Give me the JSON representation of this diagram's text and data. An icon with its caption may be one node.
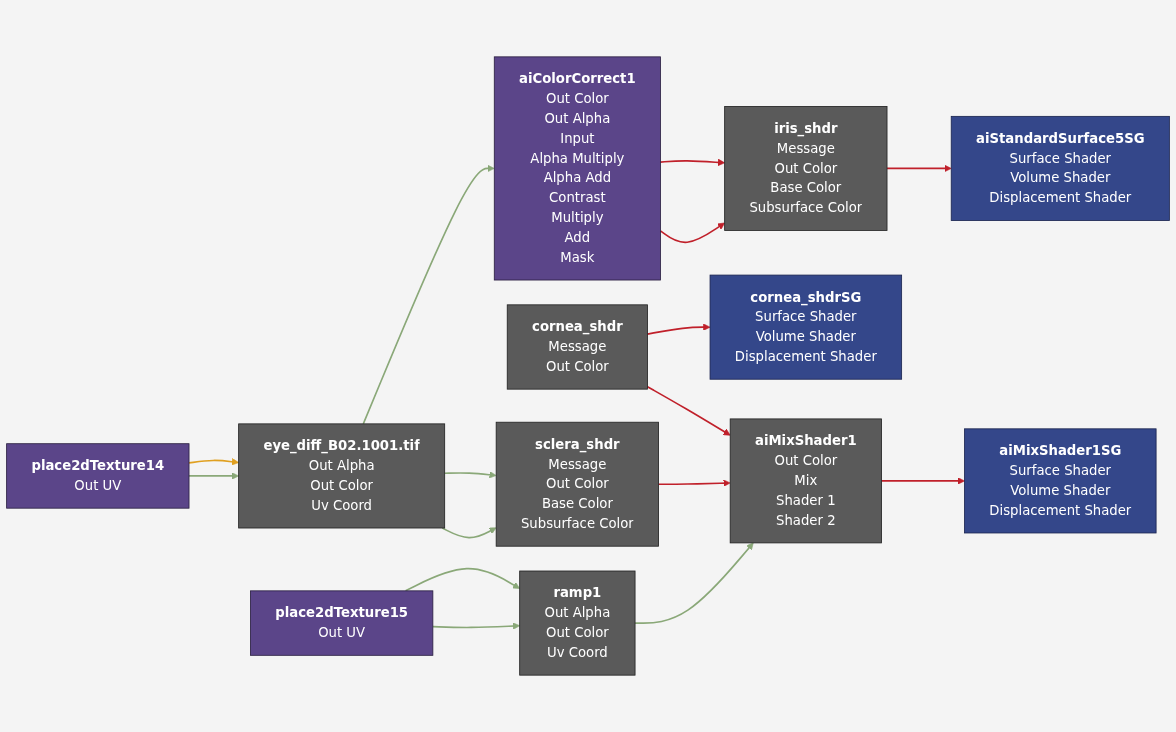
{
  "diagram": {
    "nodes": [
      {
        "text": [
          "place2dTexture14",
          "Out UV"
        ]
      },
      {
        "text": [
          "eye_diff_B02.1001.tif",
          "Out Alpha",
          "Out Color",
          "Uv Coord"
        ]
      },
      {
        "text": [
          "place2dTexture15",
          "Out UV"
        ]
      },
      {
        "text": [
          "aiColorCorrect1",
          "Out Color",
          "Out Alpha",
          "Input",
          "Alpha Multiply",
          "Alpha Add",
          "Contrast",
          "Multiply",
          "Add",
          "Mask"
        ]
      },
      {
        "text": [
          "cornea_shdr",
          "Message",
          "Out Color"
        ]
      },
      {
        "text": [
          "ramp1",
          "Out Alpha",
          "Out Color",
          "Uv Coord"
        ]
      },
      {
        "text": [
          "sclera_shdr",
          "Message",
          "Out Color",
          "Base Color",
          "Subsurface Color"
        ]
      },
      {
        "text": [
          "iris_shdr",
          "Message",
          "Out Color",
          "Base Color",
          "Subsurface Color"
        ]
      },
      {
        "text": [
          "aiMixShader1",
          "Out Color",
          "Mix",
          "Shader 1",
          "Shader 2"
        ]
      },
      {
        "text": [
          "aiStandardSurface5SG",
          "Surface Shader",
          "Volume Shader",
          "Displacement Shader"
        ]
      },
      {
        "text": [
          "cornea_shdrSG",
          "Surface Shader",
          "Volume Shader",
          "Displacement Shader"
        ]
      },
      {
        "text": [
          "aiMixShader1SG",
          "Surface Shader",
          "Volume Shader",
          "Displacement Shader"
        ]
      }
    ],
    "edges": [
      {
        "from": 0,
        "to": 1,
        "arrow": "to",
        "color": "#e0a020"
      },
      {
        "from": 0,
        "to": 1,
        "arrow": "to"
      },
      {
        "from": 1,
        "to": 3,
        "arrow": "to"
      },
      {
        "from": 1,
        "to": 6,
        "arrow": "to"
      },
      {
        "from": 1,
        "to": 6,
        "arrow": "to"
      },
      {
        "from": 2,
        "to": 5,
        "arrow": "to"
      },
      {
        "from": 2,
        "to": 5,
        "arrow": "to"
      },
      {
        "from": 3,
        "to": 7,
        "arrow": "to",
        "color": "#c0202a"
      },
      {
        "from": 3,
        "to": 7,
        "arrow": "to",
        "color": "#c0202a"
      },
      {
        "from": 4,
        "to": 10,
        "arrow": "to",
        "color": "#c0202a"
      },
      {
        "from": 4,
        "to": 8,
        "arrow": "to",
        "color": "#c0202a"
      },
      {
        "from": 5,
        "to": 8,
        "arrow": "to"
      },
      {
        "from": 6,
        "to": 8,
        "arrow": "to",
        "color": "#c0202a"
      },
      {
        "from": 7,
        "to": 9,
        "arrow": "to",
        "color": "#c0202a"
      },
      {
        "from": 8,
        "to": 11,
        "arrow": "to",
        "color": "#c0202a"
      }
    ]
  }
}
